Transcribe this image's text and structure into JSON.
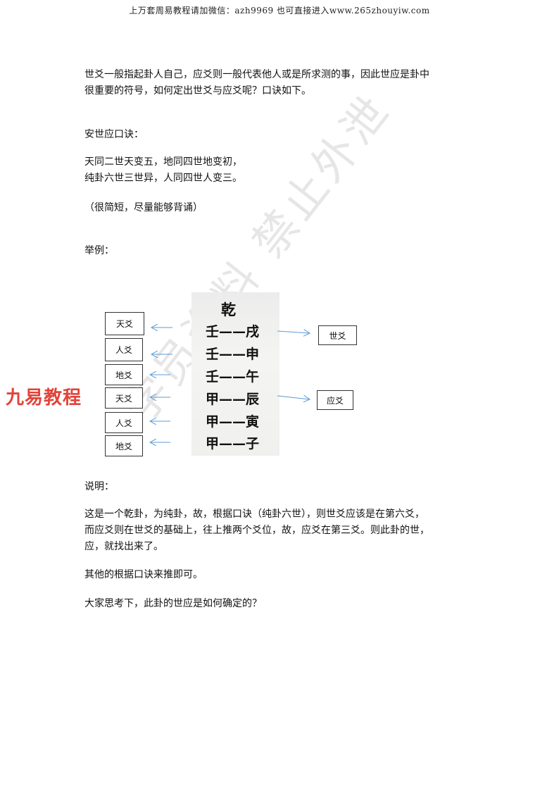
{
  "header": {
    "text": "上万套周易教程请加微信：azh9969   也可直接进入www.265zhouyiw.com"
  },
  "intro": {
    "line1": "世爻一般指起卦人自己，应爻则一般代表他人或是所求测的事，因此世应是卦中",
    "line2": "很重要的符号，如何定出世爻与应爻呢？口诀如下。"
  },
  "koujue_title": "安世应口诀：",
  "koujue": {
    "line1": "天同二世天变五，地同四世地变初，",
    "line2": "纯卦六世三世异，人同四世人变三。"
  },
  "note": "（很简短，尽量能够背诵）",
  "example_title": "举例：",
  "diagram": {
    "gua_name": "乾",
    "rows": [
      {
        "text": "壬——戌"
      },
      {
        "text": "壬——申"
      },
      {
        "text": "壬——午"
      },
      {
        "text": "甲——辰"
      },
      {
        "text": "甲——寅"
      },
      {
        "text": "甲——子"
      }
    ],
    "left_labels": [
      "天爻",
      "人爻",
      "地爻",
      "天爻",
      "人爻",
      "地爻"
    ],
    "shi_label": "世爻",
    "ying_label": "应爻",
    "arrow_color": "#5b9bd5"
  },
  "logo_text": "九易教程",
  "watermark_text": "学员资料 禁止外泄",
  "explain_title": "说明：",
  "explain": {
    "line1": "这是一个乾卦，为纯卦，故，根据口诀（纯卦六世），则世爻应该是在第六爻，",
    "line2": "而应爻则在世爻的基础上，往上推两个爻位，故，应爻在第三爻。则此卦的世，",
    "line3": "应，就找出来了。"
  },
  "other": "其他的根据口诀来推即可。",
  "question": "大家思考下，此卦的世应是如何确定的？"
}
